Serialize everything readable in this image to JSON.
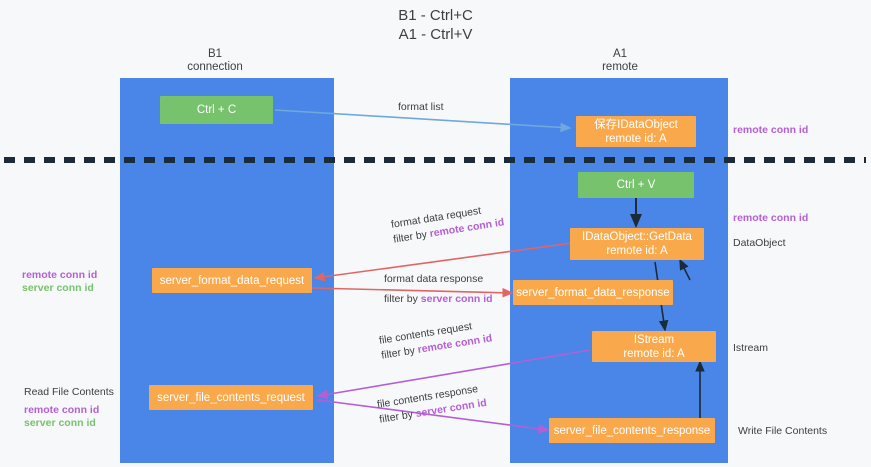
{
  "diagram": {
    "title": "B1 - Ctrl+C\nA1 - Ctrl+V",
    "colors": {
      "lane": "#4a86e8",
      "node_orange": "#f9a94c",
      "node_green": "#77c26c",
      "arrow_blue": "#6fa8dc",
      "arrow_red": "#e06666",
      "arrow_magenta": "#b45fd4",
      "arrow_dark": "#1c2b3a",
      "text_purple": "#b45fd4",
      "text_green": "#77c26c",
      "background": "#f7f8fa",
      "divider": "#1c2b3a"
    },
    "columns": [
      {
        "id": "b1",
        "header": "B1\nconnection"
      },
      {
        "id": "a1",
        "header": "A1\nremote"
      }
    ],
    "nodes": [
      {
        "id": "ctrl-c",
        "label": "Ctrl + C",
        "sublabel": "",
        "style": "green",
        "column": "b1"
      },
      {
        "id": "save-idataobject",
        "label": "保存IDataObject",
        "sublabel": "remote id: A",
        "style": "orange",
        "column": "a1"
      },
      {
        "id": "ctrl-v",
        "label": "Ctrl + V",
        "sublabel": "",
        "style": "green",
        "column": "a1"
      },
      {
        "id": "idataobject-getdata",
        "label": "IDataObject::GetData",
        "sublabel": "remote id: A",
        "style": "orange",
        "column": "a1"
      },
      {
        "id": "server-format-data-request",
        "label": "server_format_data_request",
        "sublabel": "",
        "style": "orange",
        "column": "b1"
      },
      {
        "id": "server-format-data-response",
        "label": "server_format_data_response",
        "sublabel": "",
        "style": "orange",
        "column": "a1"
      },
      {
        "id": "istream",
        "label": "IStream",
        "sublabel": "remote id: A",
        "style": "orange",
        "column": "a1"
      },
      {
        "id": "server-file-contents-request",
        "label": "server_file_contents_request",
        "sublabel": "",
        "style": "orange",
        "column": "b1"
      },
      {
        "id": "server-file-contents-response",
        "label": "server_file_contents_response",
        "sublabel": "",
        "style": "orange",
        "column": "a1"
      }
    ],
    "edge_labels": [
      {
        "id": "format-list",
        "line1": "format list",
        "line2": "",
        "line2_accent": ""
      },
      {
        "id": "format-data-request",
        "line1": "format data request",
        "line2_prefix": "filter by ",
        "line2_accent": "remote conn id"
      },
      {
        "id": "format-data-response",
        "line1": "format data response",
        "line2_prefix": "filter by ",
        "line2_accent": "server conn id"
      },
      {
        "id": "file-contents-request",
        "line1": "file contents request",
        "line2_prefix": "filter by ",
        "line2_accent": "remote conn id"
      },
      {
        "id": "file-contents-response",
        "line1": "file contents response",
        "line2_prefix": "filter by ",
        "line2_accent": "server conn id"
      }
    ],
    "annotations": {
      "right_top": "remote conn id",
      "right_mid": "remote conn id",
      "right_dataobject": "DataObject",
      "right_istream": "Istream",
      "right_write_file_contents": "Write File Contents",
      "left_conn_purple": "remote conn id",
      "left_conn_green": "server conn id",
      "left_read_file_contents": "Read File Contents",
      "left_conn_purple_2": "remote conn id",
      "left_conn_green_2": "server conn id"
    }
  }
}
